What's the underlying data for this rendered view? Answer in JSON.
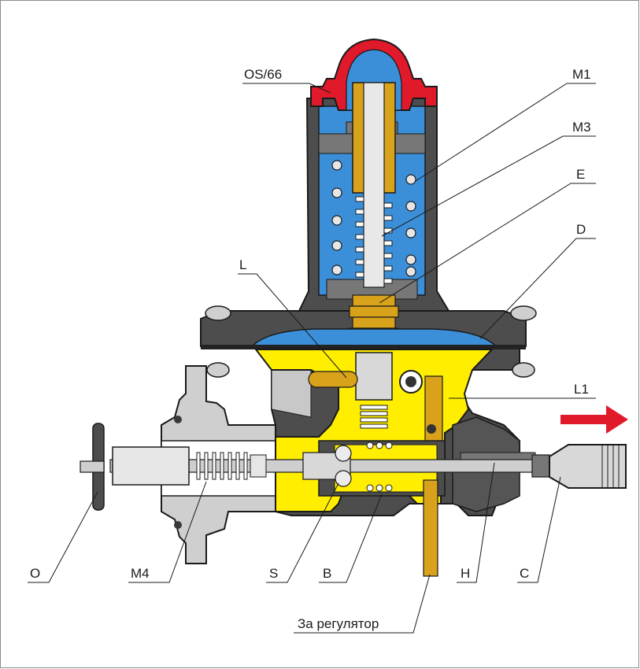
{
  "labels": {
    "os66": "OS/66",
    "m1": "M1",
    "m3": "M3",
    "e": "E",
    "d": "D",
    "l": "L",
    "l1": "L1",
    "o": "O",
    "m4": "M4",
    "s": "S",
    "b": "B",
    "h": "H",
    "c": "C",
    "outlet": "За регулятор"
  },
  "colors": {
    "body_dark": "#4d4d4d",
    "body_mid": "#777777",
    "body_light": "#c8c8c8",
    "chamber_blue": "#3b8fd9",
    "cap_red": "#e0192b",
    "gas_yellow": "#ffee00",
    "brass": "#d9a21b",
    "arrow_red": "#e0192b",
    "outline": "#1a1a1a"
  }
}
